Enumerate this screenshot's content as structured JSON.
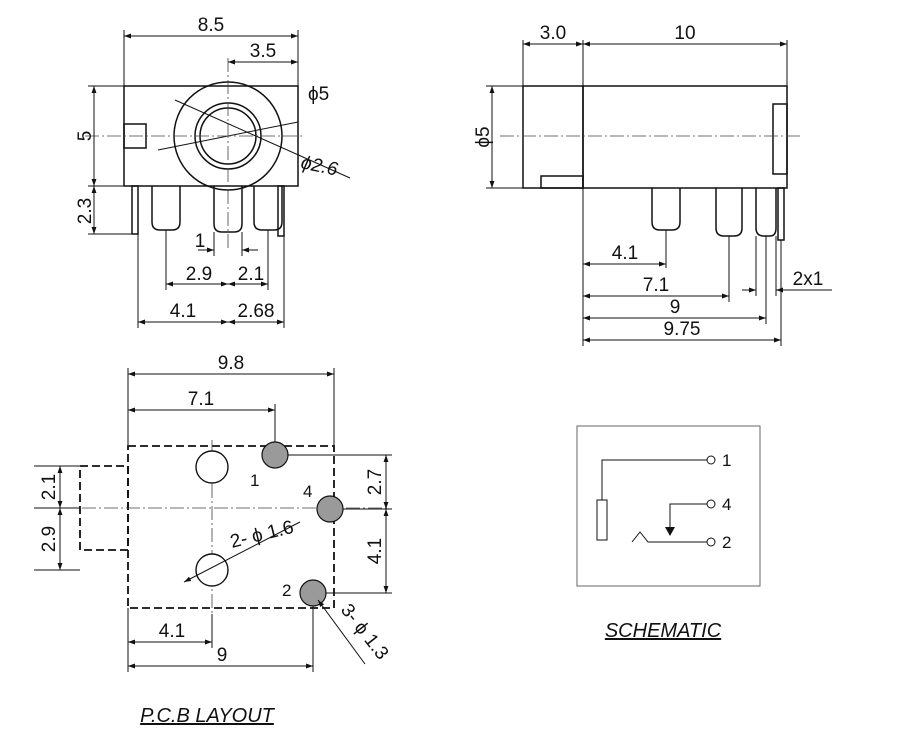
{
  "front_view": {
    "width": "8.5",
    "offset": "3.5",
    "height": "5",
    "pin_length": "2.3",
    "outer_dia": "ϕ5",
    "inner_dia": "ϕ2.6",
    "pin_width": "1",
    "pitch_a": "2.9",
    "pitch_b": "2.1",
    "span_a": "4.1",
    "span_b": "2.68"
  },
  "side_view": {
    "front_len": "3.0",
    "body_len": "10",
    "dia": "ϕ5",
    "pin_1": "4.1",
    "pin_2": "7.1",
    "pin_3": "9",
    "pin_4": "9.75",
    "pin_pitch": "2x1"
  },
  "pcb_layout": {
    "caption": "P.C.B LAYOUT",
    "width": "9.8",
    "hole_pos": "7.1",
    "left_a": "2.1",
    "left_b": "2.9",
    "right_a": "2.7",
    "right_b": "4.1",
    "bottom_a": "4.1",
    "bottom_b": "9",
    "hole_note": "2- ϕ 1.6",
    "pad_note": "3- ϕ 1.3",
    "pad_1": "1",
    "pad_4": "4",
    "pad_2": "2"
  },
  "schematic": {
    "caption": "SCHEMATIC",
    "pin_1": "1",
    "pin_4": "4",
    "pin_2": "2"
  }
}
